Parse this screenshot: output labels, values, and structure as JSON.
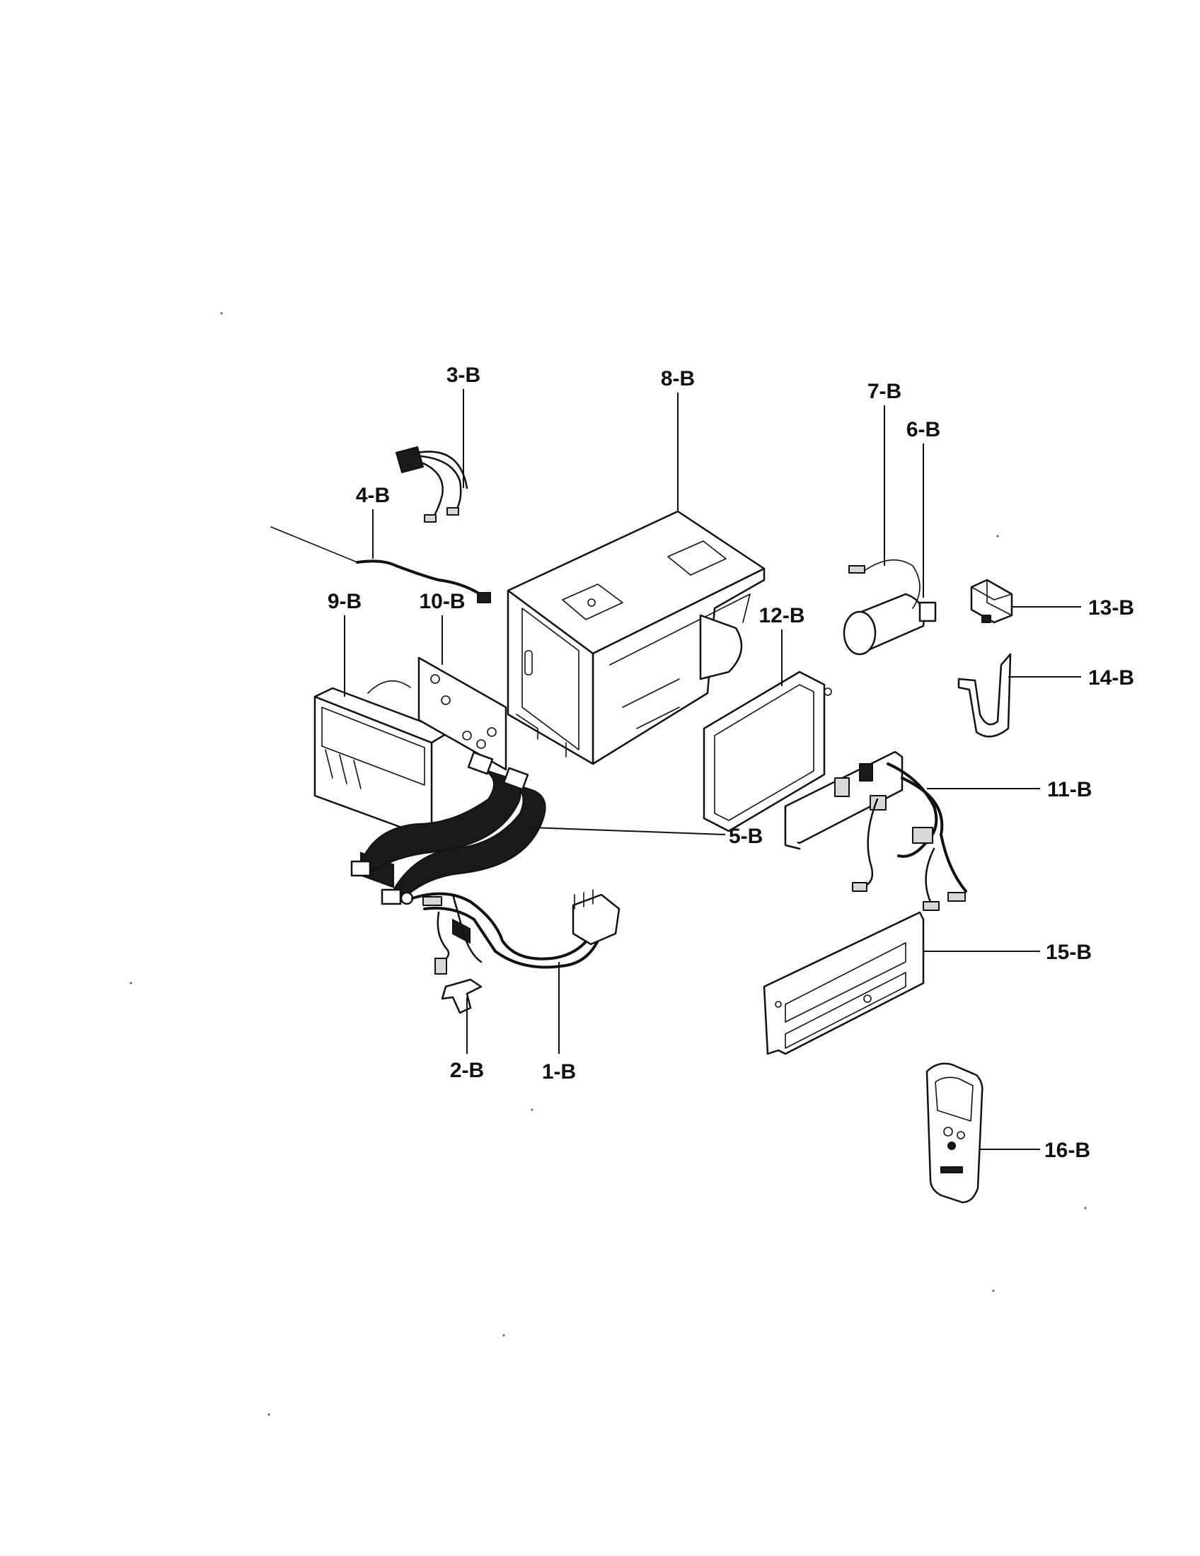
{
  "diagram": {
    "callouts": [
      {
        "id": "3-B",
        "label": "3-B"
      },
      {
        "id": "8-B",
        "label": "8-B"
      },
      {
        "id": "7-B",
        "label": "7-B"
      },
      {
        "id": "6-B",
        "label": "6-B"
      },
      {
        "id": "4-B",
        "label": "4-B"
      },
      {
        "id": "9-B",
        "label": "9-B"
      },
      {
        "id": "10-B",
        "label": "10-B"
      },
      {
        "id": "12-B",
        "label": "12-B"
      },
      {
        "id": "13-B",
        "label": "13-B"
      },
      {
        "id": "14-B",
        "label": "14-B"
      },
      {
        "id": "11-B",
        "label": "11-B"
      },
      {
        "id": "5-B",
        "label": "5-B"
      },
      {
        "id": "15-B",
        "label": "15-B"
      },
      {
        "id": "2-B",
        "label": "2-B"
      },
      {
        "id": "1-B",
        "label": "1-B"
      },
      {
        "id": "16-B",
        "label": "16-B"
      }
    ]
  }
}
